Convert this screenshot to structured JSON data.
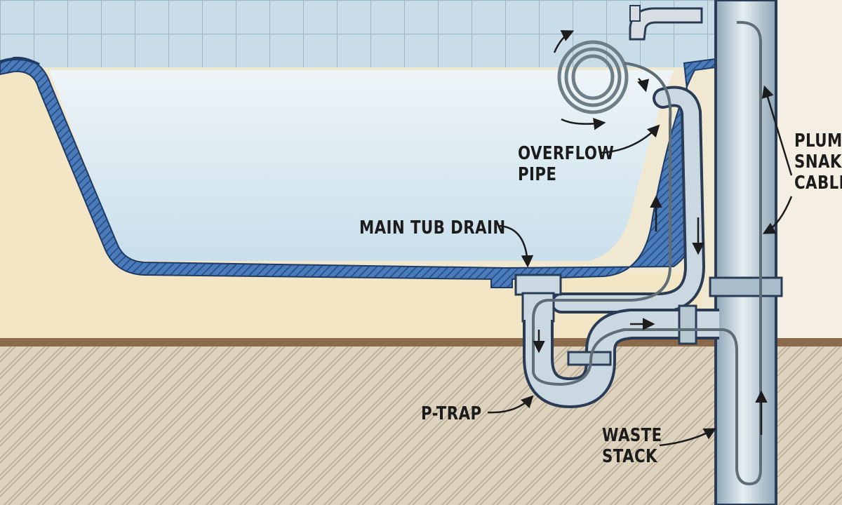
{
  "labels": {
    "overflow_pipe": [
      "OVERFLOW",
      "PIPE"
    ],
    "main_tub_drain": "MAIN TUB DRAIN",
    "p_trap": "P-TRAP",
    "waste_stack": [
      "WASTE",
      "STACK"
    ],
    "plumbing_snake_cable": [
      "PLUMBING",
      "SNAKE",
      "CABLE"
    ]
  },
  "colors": {
    "wall_tile": "#c9dde9",
    "grout": "#9cb6c8",
    "tub_body": "#f3e6c4",
    "tub_basin": "#dcebf3",
    "tub_rim": "#2f63a6",
    "floor_board": "#8a6a4a",
    "subfloor": "#d8cdb8",
    "pipe": "#aebfca",
    "pipe_outline": "#2a3c55",
    "cable": "#6f7f88"
  }
}
